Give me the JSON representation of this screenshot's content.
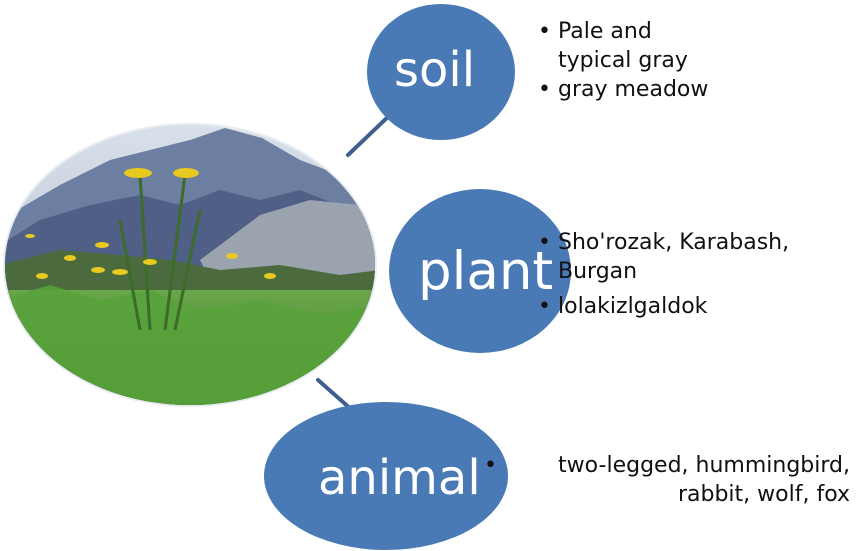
{
  "diagram": {
    "photo": {
      "description_icon": "landscape-photo",
      "sky_color": "#b9c7d6",
      "mountain_color": "#4f5f86",
      "grass_color": "#4f9a37",
      "flower_color": "#e7c920"
    },
    "nodes": [
      {
        "id": "soil",
        "label": "soil",
        "color": "#4a7ab5",
        "bullets": [
          "Pale and\ntypical gray",
          "gray meadow"
        ]
      },
      {
        "id": "plant",
        "label": "plant",
        "color": "#4a7ab5",
        "bullets": [
          "Sho'rozak, Karabash,\nBurgan",
          "lolakizlgaldok"
        ]
      },
      {
        "id": "animal",
        "label": "animal",
        "color": "#4a7ab5",
        "bullets": [
          "two-legged, hummingbird,\nrabbit, wolf, fox"
        ]
      }
    ]
  }
}
